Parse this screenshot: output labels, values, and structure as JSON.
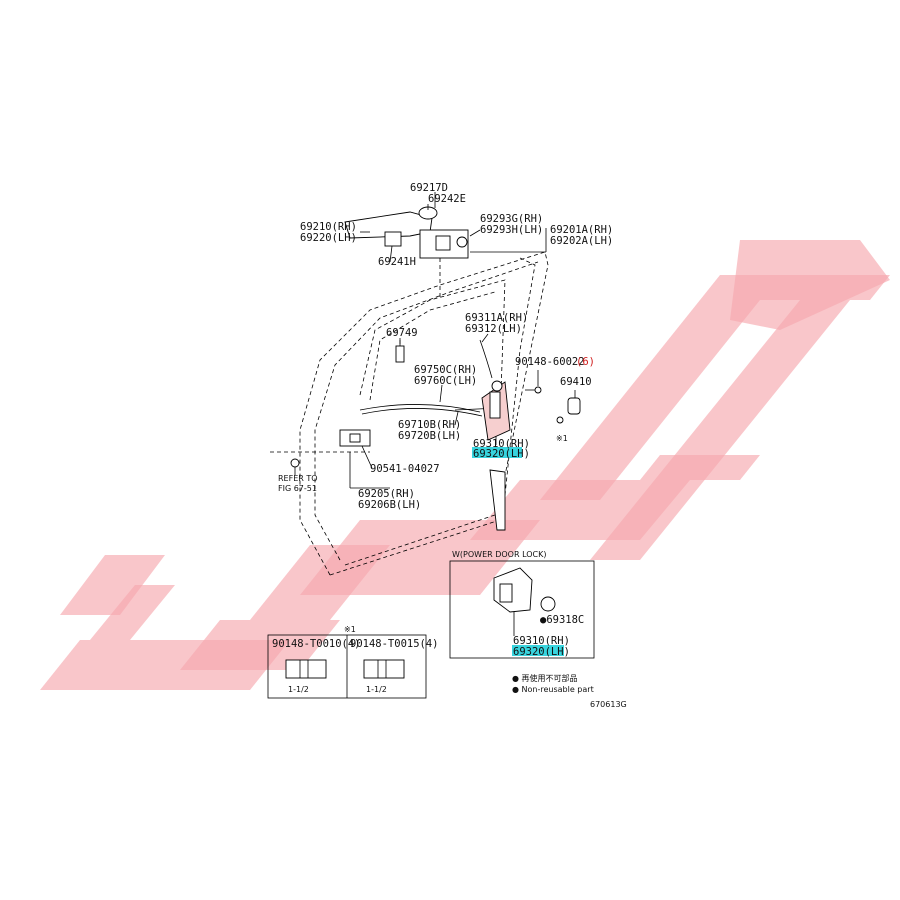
{
  "diagram": {
    "labels": {
      "p69217": "69217D",
      "p69242": "69242E",
      "p69210": "69210(RH)",
      "p69220": "69220(LH)",
      "p69293g": "69293G(RH)",
      "p69293h": "69293H(LH)",
      "p69201": "69201A(RH)",
      "p69202": "69202A(LH)",
      "p69241": "69241H",
      "p69311": "69311A(RH)",
      "p69312": "69312(LH)",
      "p69749": "69749",
      "p90148_60022": "90148-60022",
      "p90148_qty": "(6)",
      "p69750": "69750C(RH)",
      "p69760": "69760C(LH)",
      "p69410": "69410",
      "p69710": "69710B(RH)",
      "p69720": "69720B(LH)",
      "p69310": "69310(RH)",
      "p69320": "69320(LH)",
      "star1": "※1",
      "refer_to": "REFER TO",
      "fig_ref": "FIG 67-51",
      "p90541": "90541-04027",
      "p69205": "69205(RH)",
      "p69206": "69206B(LH)",
      "power_lock_title": "W(POWER DOOR LOCK)",
      "p69318": "●69318C",
      "p69310b": "69310(RH)",
      "p69320b": "69320(LH)",
      "star1b": "※1",
      "p90148_t0010": "90148-T0010(4)",
      "p90148_t0015": "90148-T0015(4)",
      "scale_a": "1-1/2",
      "scale_b": "1-1/2",
      "legend_jp": "● 再使用不可部品",
      "legend_en": "● Non-reusable part",
      "figure_code": "670613G"
    },
    "watermark_color": "#f6a8ae",
    "highlight_color": "#38d4de",
    "qty_color": "#d02020"
  }
}
